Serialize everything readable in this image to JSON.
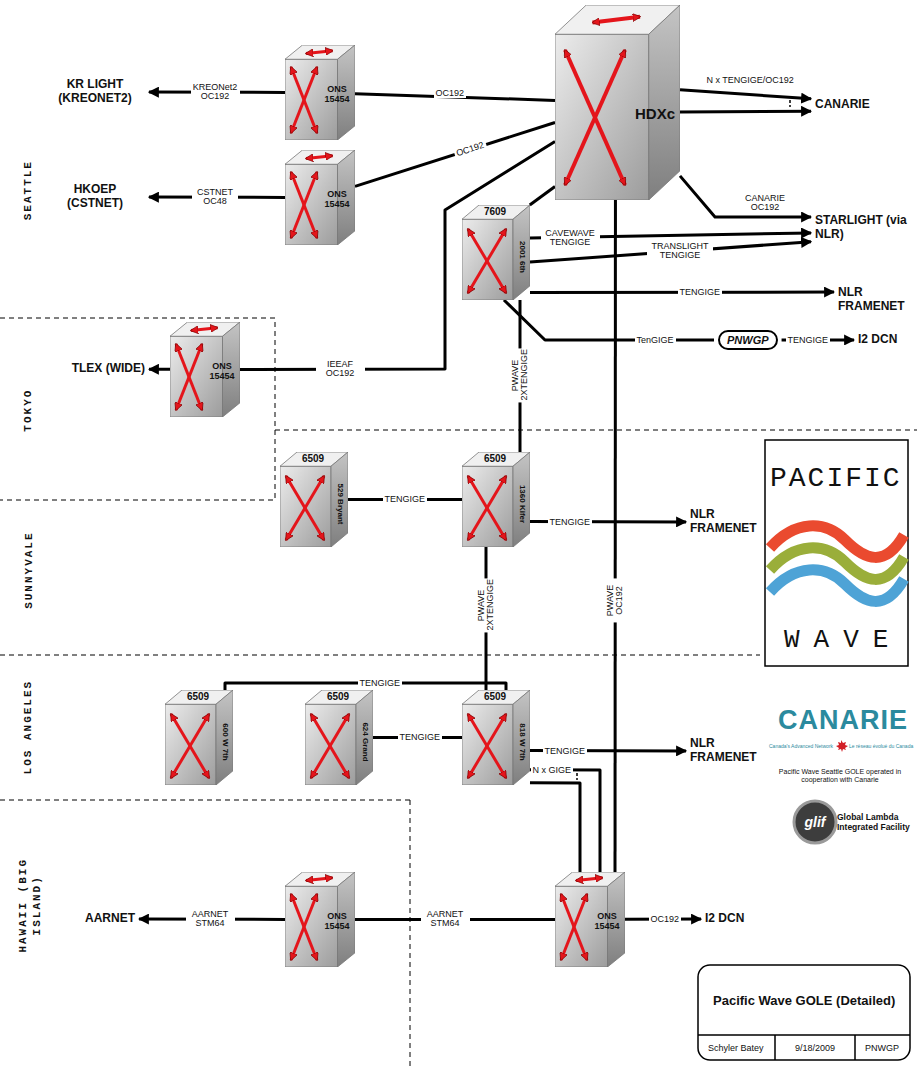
{
  "diagram": {
    "title": "Pacific Wave GOLE (Detailed)",
    "nodes": [
      {
        "text": [
          "ONS 15454"
        ]
      },
      {
        "text": [
          "ONS 15454"
        ]
      },
      {
        "text": [
          "HDXc"
        ]
      },
      {
        "text": [
          "7609",
          "2001 6th"
        ]
      },
      {
        "text": [
          "ONS 15454"
        ]
      },
      {
        "text": [
          "6509",
          "529 Bryant"
        ]
      },
      {
        "text": [
          "6509",
          "1360 Kifer"
        ]
      },
      {
        "text": [
          "6509",
          "600 W 7th"
        ]
      },
      {
        "text": [
          "6509",
          "624 Grand"
        ]
      },
      {
        "text": [
          "6509",
          "818 W 7th"
        ]
      },
      {
        "text": [
          "ONS 15454"
        ]
      },
      {
        "text": [
          "ONS 15454"
        ]
      },
      {
        "text": [
          "KR LIGHT (KREONET2)"
        ]
      },
      {
        "text": [
          "HKOEP (CSTNET)"
        ]
      },
      {
        "text": [
          "TLEX (WIDE)"
        ]
      },
      {
        "text": [
          "CANARIE"
        ]
      },
      {
        "text": [
          "STARLIGHT (via NLR)"
        ]
      },
      {
        "text": [
          "NLR FRAMENET"
        ]
      },
      {
        "text": [
          "PNWGP"
        ]
      },
      {
        "text": [
          "I2 DCN"
        ]
      },
      {
        "text": [
          "NLR FRAMENET"
        ]
      },
      {
        "text": [
          "NLR FRAMENET"
        ]
      },
      {
        "text": [
          "AARNET"
        ]
      },
      {
        "text": [
          "I2 DCN"
        ]
      }
    ],
    "edges": [
      {
        "from": 0,
        "to": 12,
        "label": "KREONet2 OC192",
        "arrow": "to"
      },
      {
        "from": 0,
        "to": 2,
        "label": "OC192",
        "arrow": "none"
      },
      {
        "from": 1,
        "to": 13,
        "label": "CSTNET OC48",
        "arrow": "to"
      },
      {
        "from": 1,
        "to": 2,
        "label": "OC192",
        "arrow": "none"
      },
      {
        "from": 4,
        "to": 14,
        "arrow": "to"
      },
      {
        "from": 4,
        "to": 2,
        "label": "IEEAF OC192",
        "arrow": "none"
      },
      {
        "from": 2,
        "to": 15,
        "label": "N x TENGIGE/OC192",
        "arrow": "to"
      },
      {
        "from": 2,
        "to": 15,
        "arrow": "to"
      },
      {
        "from": 2,
        "to": 16,
        "label": "CANARIE OC192",
        "arrow": "to"
      },
      {
        "from": 3,
        "to": 16,
        "label": "CAVEWAVE TENGIGE",
        "arrow": "to"
      },
      {
        "from": 3,
        "to": 16,
        "label": "TRANSLIGHT TENGIGE",
        "arrow": "to"
      },
      {
        "from": 3,
        "to": 17,
        "label": "TENGIGE",
        "arrow": "to"
      },
      {
        "from": 3,
        "to": 18,
        "label": "TenGIGE",
        "arrow": "none"
      },
      {
        "from": 18,
        "to": 19,
        "label": "TENGIGE",
        "arrow": "to"
      },
      {
        "from": 2,
        "to": 3,
        "arrow": "none"
      },
      {
        "from": 3,
        "to": 6,
        "label": "PWAVE 2XTENGIGE",
        "arrow": "none"
      },
      {
        "from": 5,
        "to": 6,
        "label": "TENGIGE",
        "arrow": "none"
      },
      {
        "from": 6,
        "to": 20,
        "label": "TENGIGE",
        "arrow": "to"
      },
      {
        "from": 6,
        "to": 9,
        "label": "PWAVE 2XTENGIGE",
        "arrow": "none"
      },
      {
        "from": 2,
        "to": 11,
        "label": "PWAVE OC192",
        "arrow": "none"
      },
      {
        "from": 7,
        "to": 9,
        "label": "TENGIGE",
        "arrow": "none"
      },
      {
        "from": 8,
        "to": 9,
        "label": "TENGIGE",
        "arrow": "none"
      },
      {
        "from": 9,
        "to": 21,
        "label": "TENGIGE",
        "arrow": "to"
      },
      {
        "from": 9,
        "to": 11,
        "label": "N x GIGE",
        "arrow": "none"
      },
      {
        "from": 9,
        "to": 11,
        "arrow": "none"
      },
      {
        "from": 10,
        "to": 22,
        "label": "AARNET STM64",
        "arrow": "to"
      },
      {
        "from": 10,
        "to": 11,
        "label": "AARNET STM64",
        "arrow": "none"
      },
      {
        "from": 11,
        "to": 23,
        "label": "OC192",
        "arrow": "to"
      }
    ],
    "labels": [
      "SEATTLE",
      "TOKYO",
      "SUNNYVALE",
      "LOS ANGELES",
      "HAWAII (BIG ISLAND)",
      "PACIFIC",
      "WAVE",
      "CANARIE",
      "Canada's Advanced Network",
      "Le réseau évolué du Canada",
      "Pacific Wave Seattle GOLE operated in cooperation with Canarie",
      "glif",
      "Global Lambda Integrated Facility",
      "Schyler Batey",
      "9/18/2009",
      "PNWGP"
    ]
  }
}
